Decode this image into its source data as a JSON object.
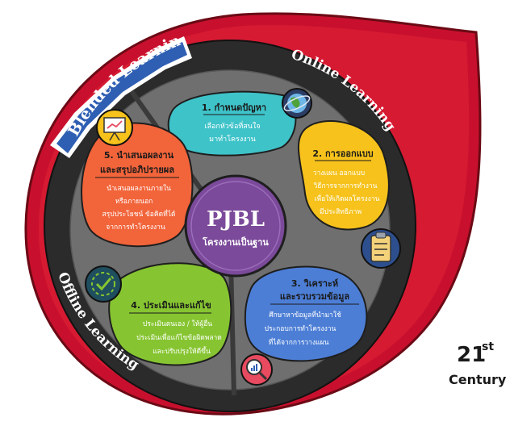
{
  "center": {
    "title": "PJBL",
    "subtitle": "โครงงานเป็นฐาน"
  },
  "ring_labels": {
    "blended": "Blended Learning",
    "online": "Online Learning",
    "offline": "Offline Learning"
  },
  "badge": {
    "number": "21",
    "suffix": "st",
    "word": "Century"
  },
  "steps": [
    {
      "title": "1. กำหนดปัญหา",
      "body": [
        "เลือกหัวข้อที่สนใจ",
        "มาทำโครงงาน"
      ],
      "color": "#3ec3c9",
      "icon": "globe-icon"
    },
    {
      "title": "2. การออกแบบ",
      "body": [
        "วางแผน ออกแบบ",
        "วิธีการจากการทำงาน",
        "เพื่อให้เกิดผลโครงงาน",
        "มีประสิทธิภาพ"
      ],
      "color": "#f6c21b",
      "icon": "clipboard-icon"
    },
    {
      "title": "3. วิเคราะห์",
      "title2": "และรวบรวมข้อมูล",
      "body": [
        "ศึกษาหาข้อมูลที่นำมาใช้",
        "ประกอบการทำโครงงาน",
        "ที่ได้จากการวางแผน"
      ],
      "color": "#4c7ed6",
      "icon": "magnifier-chart-icon"
    },
    {
      "title": "4. ประเมินและแก้ไข",
      "body": [
        "ประเมินตนเอง / ให้ผู้อื่น",
        "ประเมินเพื่อแก้ไขข้อผิดพลาด",
        "และปรับปรุงให้ดีขึ้น"
      ],
      "color": "#86c531",
      "icon": "checkmark-icon"
    },
    {
      "title": "5. นำเสนอผลงาน",
      "title2": "และสรุปอภิปรายผล",
      "body": [
        "นำเสนอผลงานภายใน",
        "หรือภายนอก",
        "สรุปประโยชน์ ข้อคิดที่ได้",
        "จากการทำโครงงาน"
      ],
      "color": "#f2643a",
      "icon": "presentation-icon"
    }
  ],
  "colors": {
    "outer_red": "#c8102e",
    "ring_dark": "#2b2b2b",
    "inner_grey": "#6f6f6f",
    "center_purple": "#7b4a9a",
    "label_blue": "#2f5fb3"
  }
}
